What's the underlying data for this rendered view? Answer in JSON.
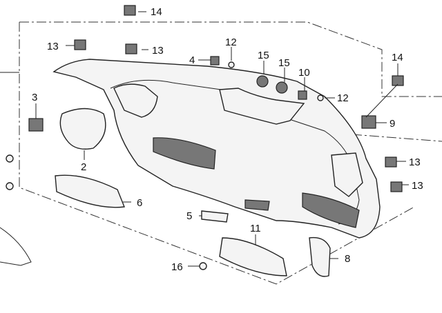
{
  "diagram": {
    "title": "Instrument panel parts diagram",
    "callouts": [
      {
        "id": "c14a",
        "text": "14"
      },
      {
        "id": "c13a",
        "text": "13"
      },
      {
        "id": "c13b",
        "text": "13"
      },
      {
        "id": "c12a",
        "text": "12"
      },
      {
        "id": "c4",
        "text": "4"
      },
      {
        "id": "c15a",
        "text": "15"
      },
      {
        "id": "c15b",
        "text": "15"
      },
      {
        "id": "c10",
        "text": "10"
      },
      {
        "id": "c12b",
        "text": "12"
      },
      {
        "id": "c14b",
        "text": "14"
      },
      {
        "id": "c3",
        "text": "3"
      },
      {
        "id": "c9",
        "text": "9"
      },
      {
        "id": "c2",
        "text": "2"
      },
      {
        "id": "c13c",
        "text": "13"
      },
      {
        "id": "c13d",
        "text": "13"
      },
      {
        "id": "c6",
        "text": "6"
      },
      {
        "id": "c5",
        "text": "5"
      },
      {
        "id": "c11",
        "text": "11"
      },
      {
        "id": "c8",
        "text": "8"
      },
      {
        "id": "c16",
        "text": "16"
      }
    ]
  }
}
